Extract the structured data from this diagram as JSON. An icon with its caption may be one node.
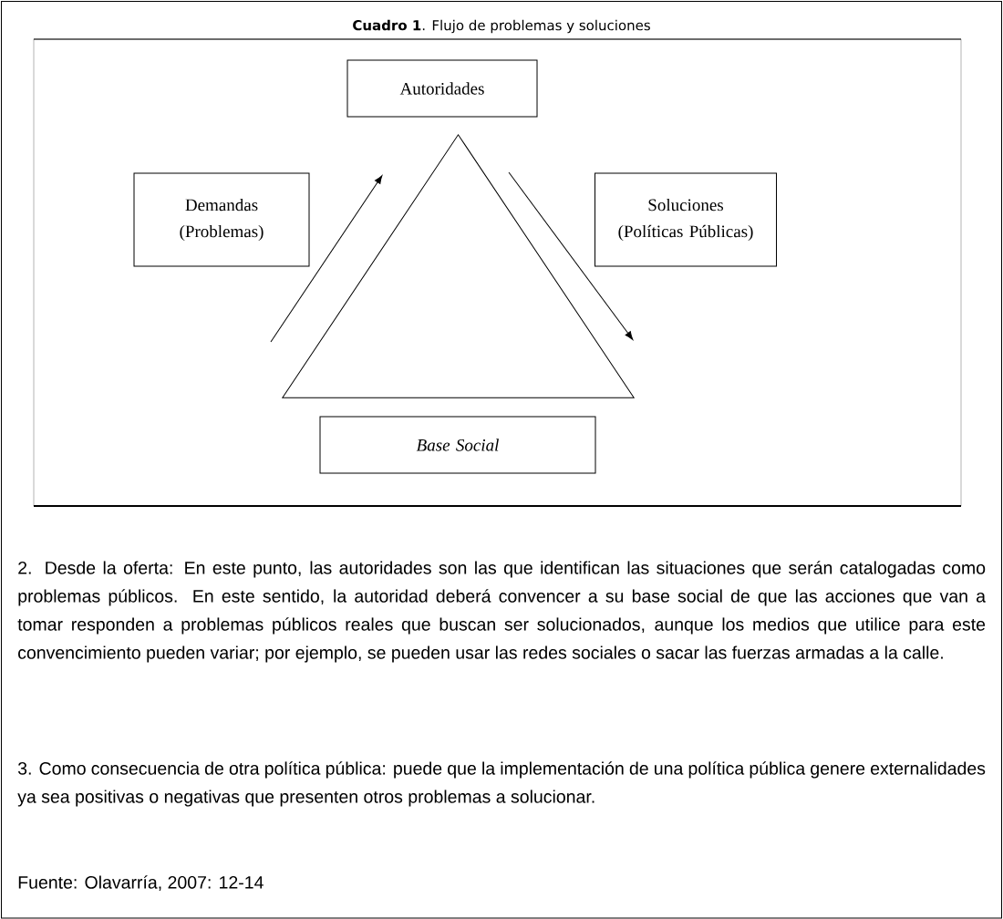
{
  "diagram": {
    "title": "**Cuadro 1**. Flujo de problemas y soluciones",
    "nodes": [
      {
        "text": [
          "Autoridades"
        ]
      },
      {
        "text": [
          "Demandas (Problemas)"
        ]
      },
      {
        "text": [
          "Soluciones (Políticas Públicas)"
        ]
      },
      {
        "text": [],
        "shape": "triangle"
      },
      {
        "text": [
          "Base Social"
        ]
      }
    ],
    "labels": [
      "2. Desde la oferta: En este punto, las autoridades son las que identifican las situaciones que serán catalogadas como problemas públicos. En este sentido, la autoridad deberá convencer a su base social de que las acciones que van a tomar responden a problemas públicos reales que buscan ser solucionados, aunque los medios que utilice para este convencimiento pueden variar; por ejemplo, se pueden usar las redes sociales o sacar las fuerzas armadas a la calle.",
      "3. Como consecuencia de otra política pública: puede que la implementación de una política pública genere externalidades ya sea positivas o negativas que presenten otros problemas a solucionar.",
      "Fuente: Olavarría, 2007: 12-14"
    ]
  }
}
